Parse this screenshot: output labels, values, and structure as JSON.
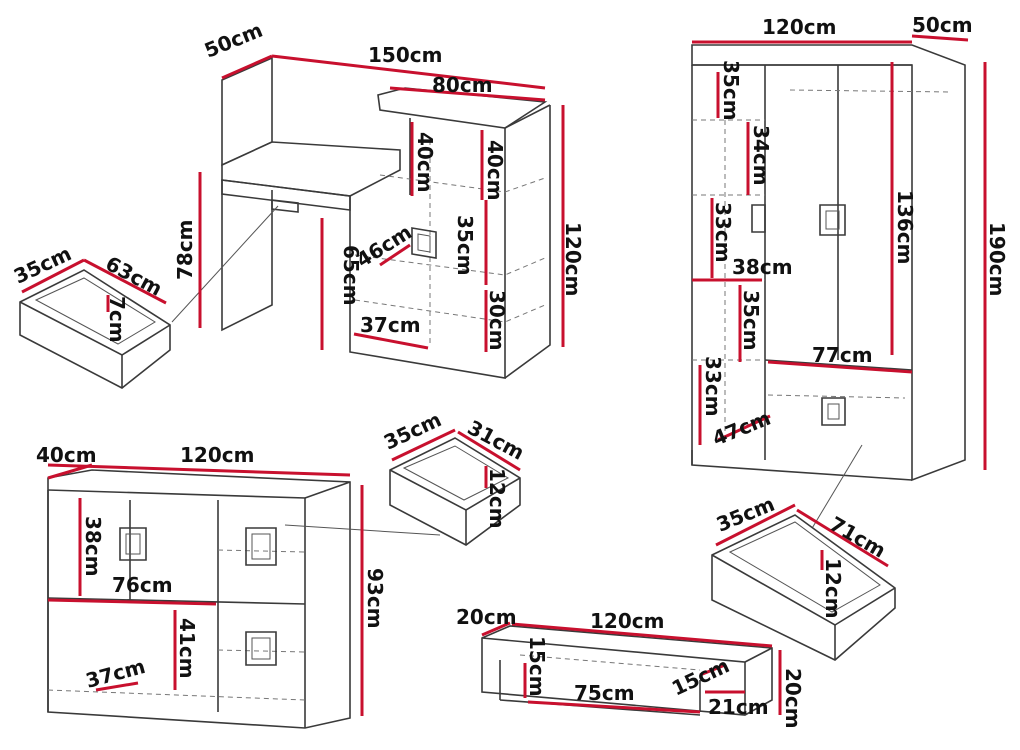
{
  "desk": {
    "depth": "50cm",
    "width": "150cm",
    "shelf_width": "80cm",
    "shelf_height_left": "40cm",
    "shelf_height_right": "40cm",
    "total_height": "120cm",
    "desk_height": "78cm",
    "leg_height": "65cm",
    "compartment_depth": "46cm",
    "compartment_height": "35cm",
    "bottom_height": "30cm",
    "bottom_width": "37cm",
    "drawer_depth": "35cm",
    "drawer_width": "63cm",
    "drawer_height": "7cm"
  },
  "wardrobe": {
    "width": "120cm",
    "depth": "50cm",
    "height": "190cm",
    "shelf1": "35cm",
    "shelf2": "34cm",
    "shelf3": "33cm",
    "shelf_width": "38cm",
    "shelf4": "35cm",
    "hanging_height": "136cm",
    "hanging_width": "77cm",
    "bottom_shelf": "33cm",
    "bottom_depth": "47cm",
    "drawer_depth": "35cm",
    "drawer_width": "71cm",
    "drawer_height": "12cm"
  },
  "dresser": {
    "depth": "40cm",
    "width": "120cm",
    "height": "93cm",
    "top_compartment": "38cm",
    "inner_width": "76cm",
    "middle_height": "41cm",
    "bottom_depth": "37cm",
    "drawer_depth": "35cm",
    "drawer_width": "31cm",
    "drawer_height": "12cm"
  },
  "wall_shelf": {
    "depth": "20cm",
    "width": "120cm",
    "height": "20cm",
    "left_height": "15cm",
    "inner_width": "75cm",
    "right_height": "15cm",
    "right_width": "21cm"
  }
}
